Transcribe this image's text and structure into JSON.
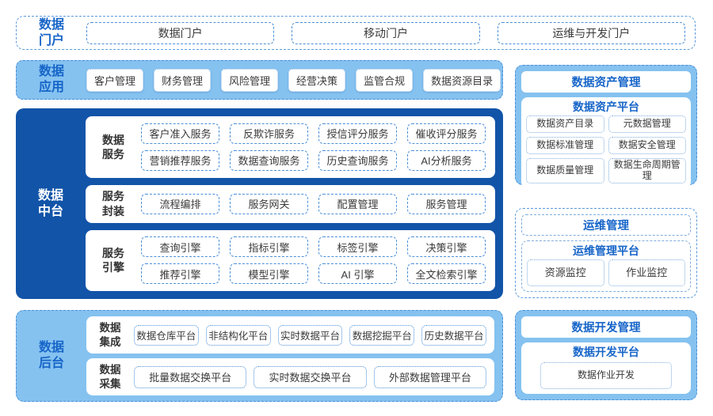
{
  "colors": {
    "dark_blue": "#1254A8",
    "light_blue": "#85C2F0",
    "blue_text": "#1765C8",
    "band_border": "#5B9BDB",
    "chip_border": "#4C8FD8",
    "chip_dot_border": "#7FADDE",
    "chip_text": "#3A3A3A"
  },
  "portal": {
    "label": "数据\n门户",
    "items": [
      "数据门户",
      "移动门户",
      "运维与开发门户"
    ]
  },
  "apps": {
    "label": "数据\n应用",
    "items": [
      "客户管理",
      "财务管理",
      "风险管理",
      "经营决策",
      "监管合规",
      "数据资源目录"
    ]
  },
  "middle": {
    "label": "数据\n中台",
    "groups": [
      {
        "label": "数据\n服务",
        "rows": [
          [
            "客户准入服务",
            "反欺诈服务",
            "授信评分服务",
            "催收评分服务"
          ],
          [
            "营销推荐服务",
            "数据查询服务",
            "历史查询服务",
            "AI分析服务"
          ]
        ]
      },
      {
        "label": "服务\n封装",
        "rows": [
          [
            "流程编排",
            "服务网关",
            "配置管理",
            "服务管理"
          ]
        ]
      },
      {
        "label": "服务\n引擎",
        "rows": [
          [
            "查询引擎",
            "指标引擎",
            "标签引擎",
            "决策引擎"
          ],
          [
            "推荐引擎",
            "模型引擎",
            "AI 引擎",
            "全文检索引擎"
          ]
        ]
      }
    ]
  },
  "backend": {
    "label": "数据\n后台",
    "groups": [
      {
        "label": "数据\n集成",
        "items": [
          "数据仓库平台",
          "非结构化平台",
          "实时数据平台",
          "数据挖掘平台",
          "历史数据平台"
        ]
      },
      {
        "label": "数据\n采集",
        "items": [
          "批量数据交换平台",
          "实时数据交换平台",
          "外部数据管理平台"
        ]
      }
    ]
  },
  "right": {
    "asset": {
      "title": "数据资产管理",
      "platform": "数据资产平台",
      "items": [
        "数据资产目录",
        "元数据管理",
        "数据标准管理",
        "数据安全管理",
        "数据质量管理",
        "数据生命周期管理"
      ]
    },
    "ops": {
      "title": "运维管理",
      "platform": "运维管理平台",
      "items": [
        "资源监控",
        "作业监控"
      ]
    },
    "dev": {
      "title": "数据开发管理",
      "platform": "数据开发平台",
      "items": [
        "数据作业开发"
      ]
    }
  }
}
